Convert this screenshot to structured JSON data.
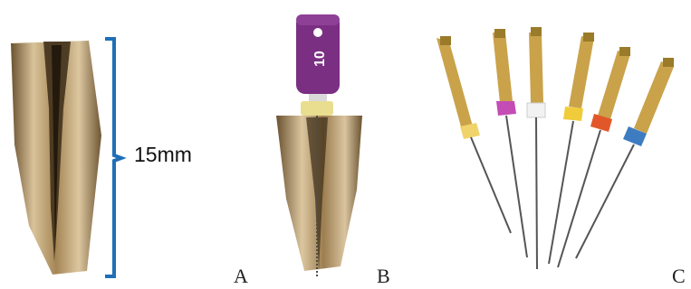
{
  "panels": {
    "a": {
      "label": "A",
      "measurement": "15mm"
    },
    "b": {
      "label": "B",
      "file_size_number": "10"
    },
    "c": {
      "label": "C"
    }
  },
  "colors": {
    "bracket": "#1f6fb8",
    "handle_purple": "#7b2f83",
    "stop_yellow": "#e9de8f",
    "tooth_light": "#cdb38a",
    "tooth_dark": "#7a5f3a",
    "gold": "#c9a24a",
    "rings": [
      "#f0d36a",
      "#c44cb5",
      "#f2f2f2",
      "#f0cc3a",
      "#e2572a",
      "#3e7cc2"
    ]
  }
}
